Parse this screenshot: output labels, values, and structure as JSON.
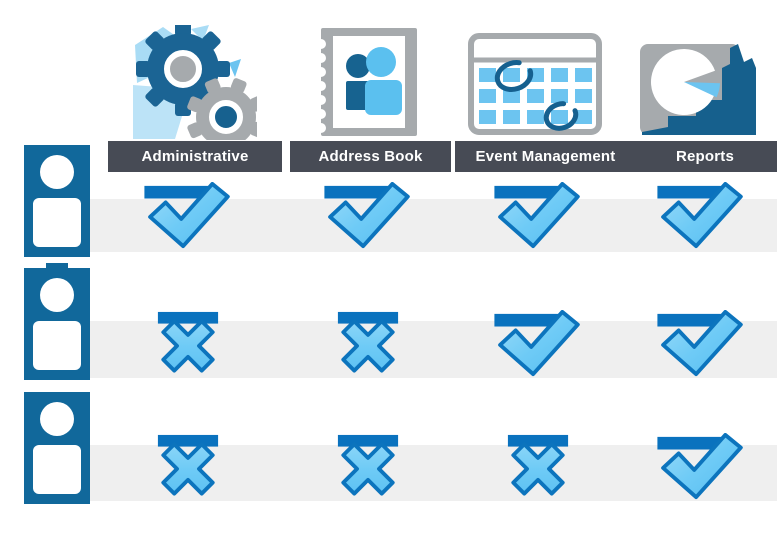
{
  "header": {
    "columns": [
      {
        "label": "Administrative",
        "icon": "gears-icon"
      },
      {
        "label": "Address Book",
        "icon": "address-book-icon"
      },
      {
        "label": "Event Management",
        "icon": "calendar-icon"
      },
      {
        "label": "Reports",
        "icon": "pie-chart-icon"
      }
    ]
  },
  "matrix": {
    "row_icon": "user-role-icon",
    "rows": [
      {
        "user": "role-1",
        "icon_variant": "plain",
        "permissions": [
          "allowed",
          "allowed",
          "allowed",
          "allowed"
        ]
      },
      {
        "user": "role-2",
        "icon_variant": "with-tab",
        "permissions": [
          "denied",
          "denied",
          "allowed",
          "allowed"
        ]
      },
      {
        "user": "role-3",
        "icon_variant": "plain",
        "permissions": [
          "denied",
          "denied",
          "denied",
          "allowed"
        ]
      }
    ],
    "legend": {
      "allowed": "check-mark",
      "denied": "cross-mark"
    }
  },
  "colors": {
    "dark_blue": "#11689B",
    "accent_bar_blue": "#0A72BE",
    "mark_outline_blue": "#0C74BD",
    "light_blue": "#5FC3F2",
    "icon_light_blue": "#6CC4F0",
    "icon_gray": "#A6AAAD",
    "label_bg": "#474B55",
    "label_text": "#FFFFFF",
    "stripe_gray": "#EFEFEF"
  }
}
